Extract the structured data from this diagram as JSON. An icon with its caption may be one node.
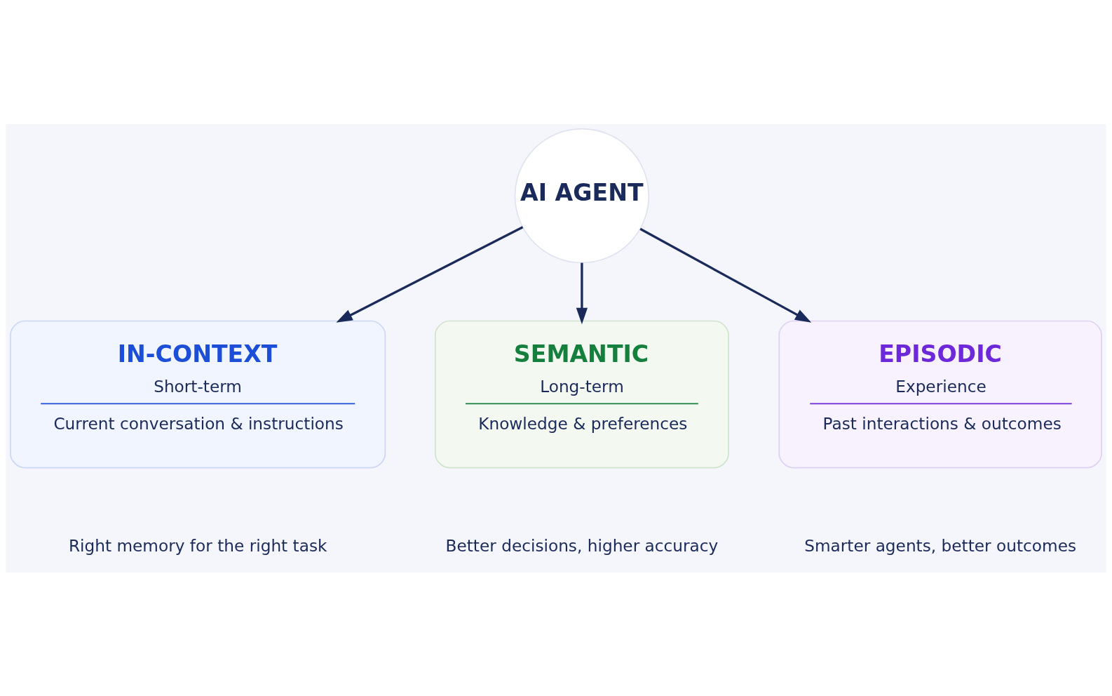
{
  "diagram": {
    "nodes": [
      {
        "text": [
          "AI AGENT"
        ]
      },
      {
        "text": [
          "IN-CONTEXT",
          "Short-term",
          "Current conversation & instructions"
        ]
      },
      {
        "text": [
          "SEMANTIC",
          "Long-term",
          "Knowledge & preferences"
        ]
      },
      {
        "text": [
          "EPISODIC",
          "Experience",
          "Past interactions & outcomes"
        ]
      }
    ],
    "edges": [
      {
        "from": 0,
        "to": 1,
        "arrow": "to"
      },
      {
        "from": 0,
        "to": 2,
        "arrow": "to"
      },
      {
        "from": 0,
        "to": 3,
        "arrow": "to"
      }
    ],
    "labels": [
      "Right memory for the right task",
      "Better decisions, higher accuracy",
      "Smarter agents, better outcomes"
    ]
  }
}
